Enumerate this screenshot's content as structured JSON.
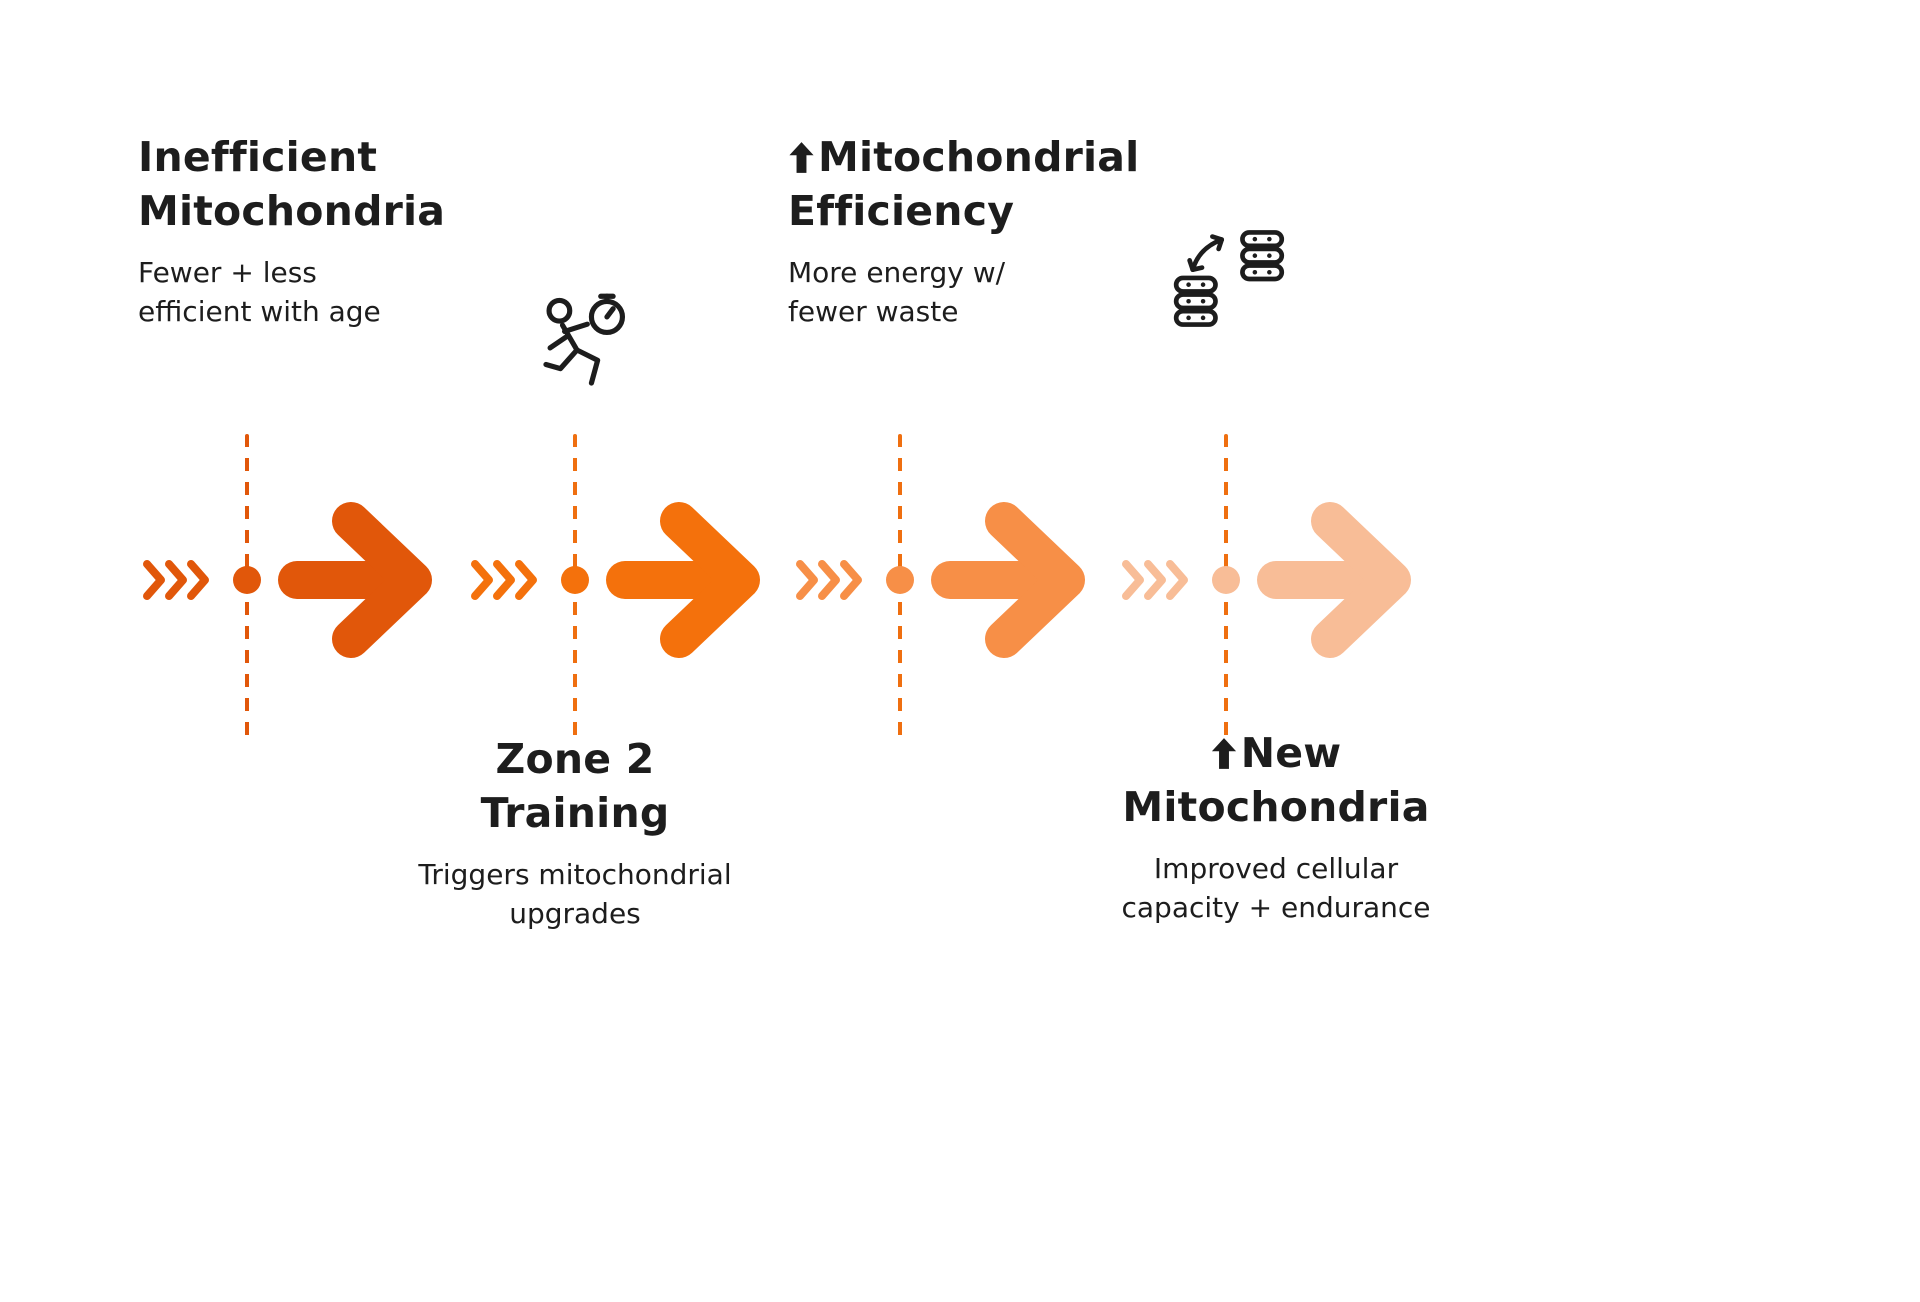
{
  "palette": {
    "background": "#ffffff",
    "ink": "#1d1d1d"
  },
  "stages": [
    {
      "name": "inefficient-mitochondria",
      "title": "Inefficient\nMitochondria",
      "subtitle": "Fewer + less\nefficient with age",
      "has_up_arrow": false,
      "color": "#e1570a",
      "dash_color": "#e1570a"
    },
    {
      "name": "zone-2-training",
      "title": "Zone 2\nTraining",
      "subtitle": "Triggers mitochondrial\nupgrades",
      "has_up_arrow": false,
      "color": "#f4710c",
      "dash_color": "#ef6f10"
    },
    {
      "name": "mitochondrial-efficiency",
      "title": "Mitochondrial\nEfficiency",
      "subtitle": "More energy w/\nfewer waste",
      "has_up_arrow": true,
      "color": "#f78f47",
      "dash_color": "#ef6f10"
    },
    {
      "name": "new-mitochondria",
      "title": "New\nMitochondria",
      "subtitle": "Improved cellular\ncapacity + endurance",
      "has_up_arrow": true,
      "color": "#f8bd97",
      "dash_color": "#ef6f10"
    }
  ],
  "icons": {
    "runner": "runner-with-stopwatch-icon",
    "mitochondria": "mitochondria-multiplication-icon",
    "chevrons": "triple-chevron-icon",
    "stage_arrow": "stage-arrow-icon",
    "up_arrow": "up-arrow-icon"
  }
}
